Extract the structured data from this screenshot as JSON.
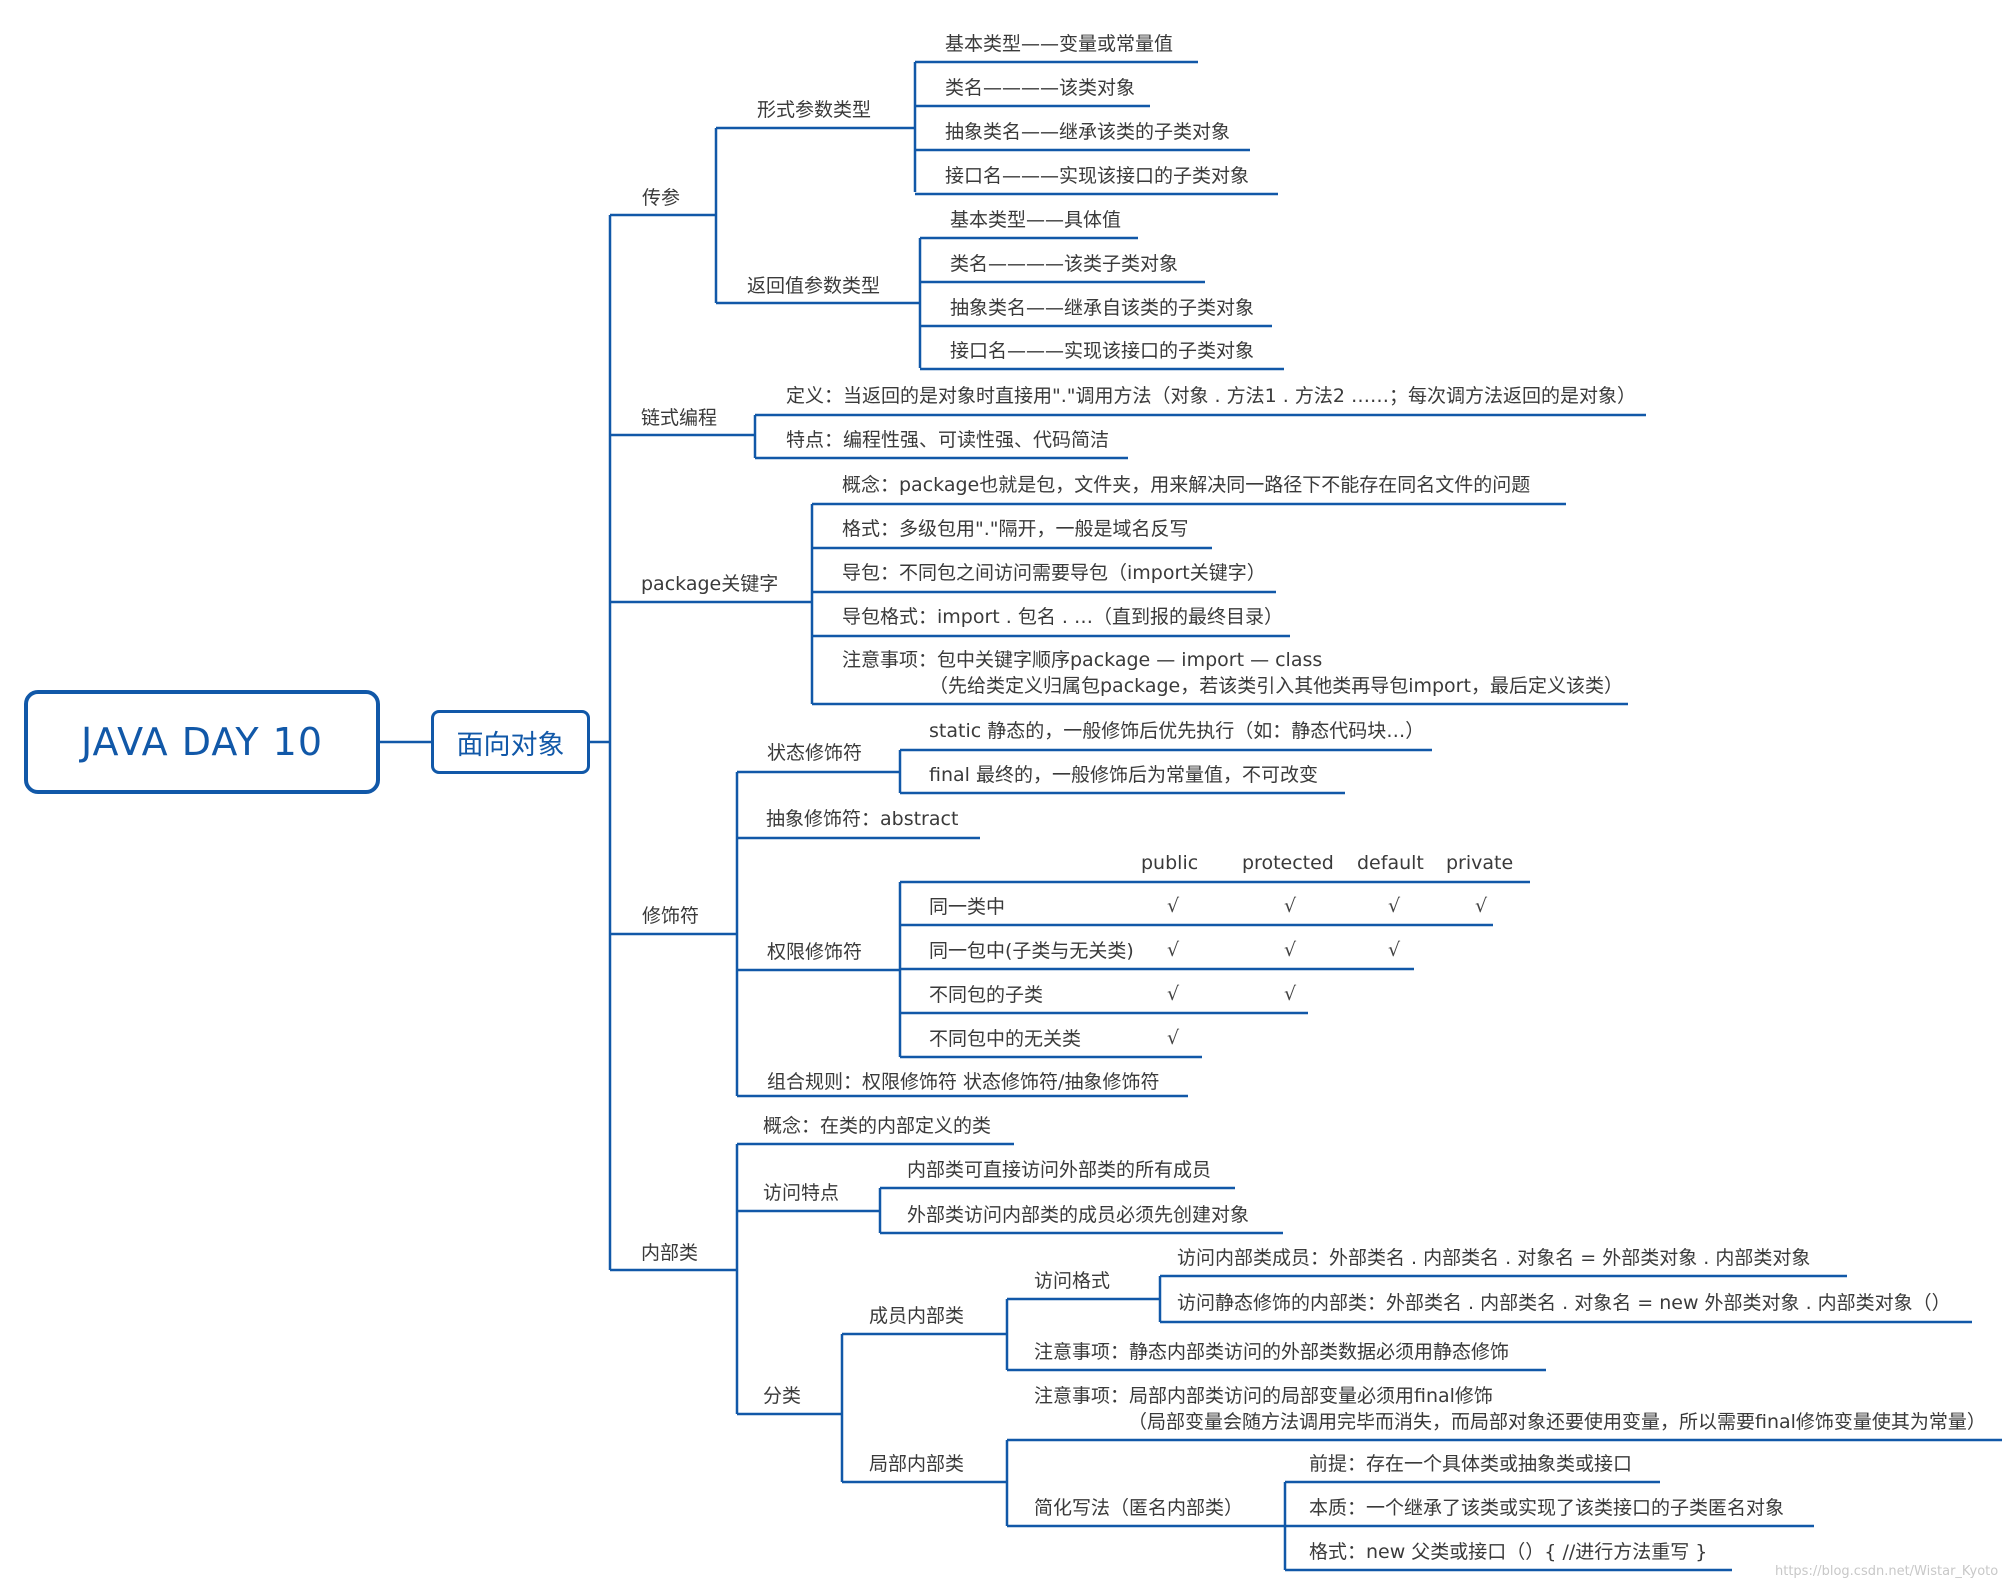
{
  "root": "JAVA DAY 10",
  "main": "面向对象",
  "params": {
    "label": "传参",
    "formal": {
      "label": "形式参数类型",
      "items": [
        "基本类型——变量或常量值",
        "类名————该类对象",
        "抽象类名——继承该类的子类对象",
        "接口名———实现该接口的子类对象"
      ]
    },
    "ret": {
      "label": "返回值参数类型",
      "items": [
        "基本类型——具体值",
        "类名————该类子类对象",
        "抽象类名——继承自该类的子类对象",
        "接口名———实现该接口的子类对象"
      ]
    }
  },
  "chain": {
    "label": "链式编程",
    "items": [
      "定义：当返回的是对象时直接用\".\"调用方法（对象 . 方法1 . 方法2 ……；每次调方法返回的是对象）",
      "特点：编程性强、可读性强、代码简洁"
    ]
  },
  "pkg": {
    "label": "package关键字",
    "items": [
      "概念：package也就是包，文件夹，用来解决同一路径下不能存在同名文件的问题",
      "格式：多级包用\".\"隔开，一般是域名反写",
      "导包：不同包之间访问需要导包（import关键字）",
      "导包格式：import . 包名 . …（直到报的最终目录）",
      "注意事项：包中关键字顺序package — import — class"
    ],
    "note2": "（先给类定义归属包package，若该类引入其他类再导包import，最后定义该类）"
  },
  "mods": {
    "label": "修饰符",
    "state": {
      "label": "状态修饰符",
      "items": [
        "static 静态的，一般修饰后优先执行（如：静态代码块…）",
        "final 最终的，一般修饰后为常量值，不可改变"
      ]
    },
    "abstract": "抽象修饰符：abstract",
    "access": {
      "label": "权限修饰符",
      "headers": [
        "public",
        "protected",
        "default",
        "private"
      ],
      "rows": [
        {
          "label": "同一类中",
          "checks": [
            "√",
            "√",
            "√",
            "√"
          ]
        },
        {
          "label": "同一包中(子类与无关类)",
          "checks": [
            "√",
            "√",
            "√",
            ""
          ]
        },
        {
          "label": "不同包的子类",
          "checks": [
            "√",
            "√",
            "",
            ""
          ]
        },
        {
          "label": "不同包中的无关类",
          "checks": [
            "√",
            "",
            "",
            ""
          ]
        }
      ]
    },
    "combo": "组合规则：权限修饰符 状态修饰符/抽象修饰符"
  },
  "inner": {
    "label": "内部类",
    "concept": "概念：在类的内部定义的类",
    "access": {
      "label": "访问特点",
      "items": [
        "内部类可直接访问外部类的所有成员",
        "外部类访问内部类的成员必须先创建对象"
      ]
    },
    "classify": {
      "label": "分类",
      "member": {
        "label": "成员内部类",
        "format": {
          "label": "访问格式",
          "items": [
            "访问内部类成员：外部类名 . 内部类名 . 对象名 = 外部类对象 . 内部类对象",
            "访问静态修饰的内部类：外部类名 . 内部类名 . 对象名 = new 外部类对象 . 内部类对象（）"
          ]
        },
        "note": "注意事项：静态内部类访问的外部类数据必须用静态修饰"
      },
      "local": {
        "label": "局部内部类",
        "note": "注意事项：局部内部类访问的局部变量必须用final修饰",
        "note2": "（局部变量会随方法调用完毕而消失，而局部对象还要使用变量，所以需要final修饰变量使其为常量）",
        "anon": {
          "label": "简化写法（匿名内部类）",
          "items": [
            "前提：存在一个具体类或抽象类或接口",
            "本质：一个继承了该类或实现了该类接口的子类匿名对象",
            "格式：new 父类或接口（）{ //进行方法重写 }"
          ]
        }
      }
    }
  },
  "watermark": "https://blog.csdn.net/Wistar_Kyoto",
  "colors": {
    "line": "#1158a8",
    "text": "#3a3a3a"
  }
}
